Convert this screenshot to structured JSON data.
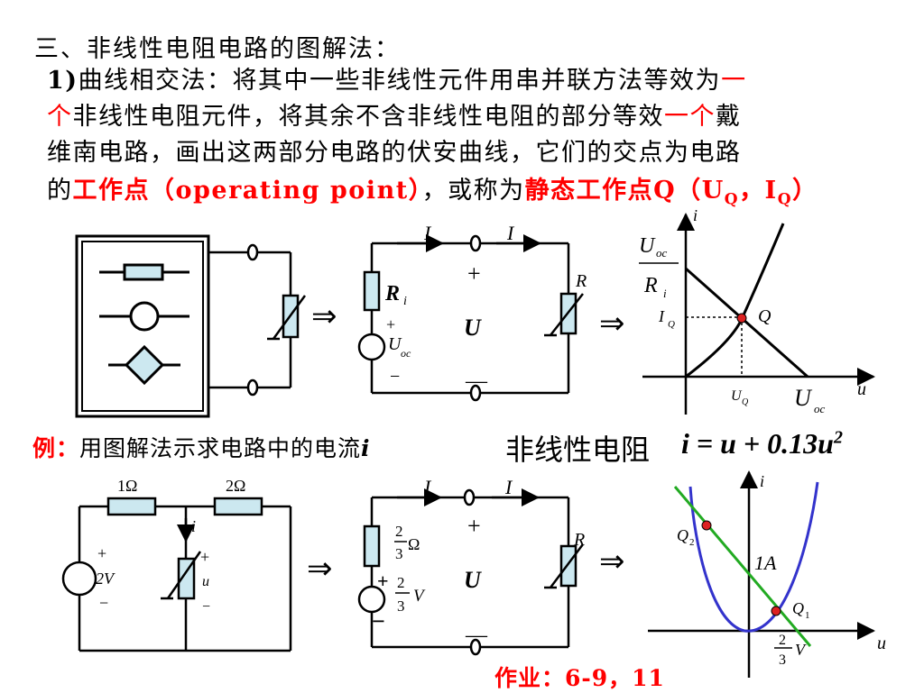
{
  "heading": "三、非线性电阻电路的图解法：",
  "method": {
    "line1_a": "1)",
    "line1_b": "曲线相交法：将其中一些非线性元件用串并联方法等效为",
    "line1_c": "一",
    "line2_a": "个",
    "line2_b": "非线性电阻元件，将其余不含非线性电阻的部分等效",
    "line2_c": "一个",
    "line2_d": "戴",
    "line3": "维南电路，画出这两部分电路的伏安曲线，它们的交点为电路",
    "line4_a": "的",
    "line4_b": "工作点（operating point）",
    "line4_c": "，或称为",
    "line4_d": "静态工作点",
    "line4_e": "Q（U",
    "line4_f": "Q",
    "line4_g": "，I",
    "line4_h": "Q",
    "line4_i": "）"
  },
  "diagram1": {
    "arrow": "⇒",
    "current1": "I",
    "current2": "I",
    "plus": "+",
    "minus": "—",
    "U": "U",
    "R_label": "R",
    "Ri_R": "R",
    "Ri_sub": "i",
    "Uoc_plus": "+",
    "Uoc_U": "U",
    "Uoc_sub": "oc",
    "Uoc_minus": "−",
    "graph": {
      "i_axis": "i",
      "u_axis": "u",
      "frac_num_U": "U",
      "frac_num_sub": "oc",
      "frac_den_R": "R",
      "frac_den_sub": "i",
      "IQ_I": "I",
      "IQ_sub": "Q",
      "Q": "Q",
      "UQ_U": "U",
      "UQ_sub": "Q",
      "Uoc_U": "U",
      "Uoc_sub": "oc"
    }
  },
  "example": {
    "label": "例：",
    "text": "用图解法示求电路中的电流",
    "var": "i",
    "nonlinear": "非线性电阻",
    "formula": "i = u + 0.13u",
    "exponent": "2"
  },
  "diagram2": {
    "r1": "1Ω",
    "r2": "2Ω",
    "i_label": "i",
    "src_plus": "+",
    "src_value": "2V",
    "src_minus": "−",
    "u_plus": "+",
    "u_label": "u",
    "u_minus": "−",
    "current1": "I",
    "current2": "I",
    "plus": "+",
    "minus": "—",
    "U": "U",
    "R_label": "R",
    "res_num": "2",
    "res_den": "3",
    "res_unit": "Ω",
    "vs_plus": "+",
    "vs_num": "2",
    "vs_den": "3",
    "vs_unit": "V",
    "vs_minus": "−",
    "arrow": "⇒",
    "graph": {
      "i_axis": "i",
      "u_axis": "u",
      "Q2": "Q",
      "Q2_sub": "2",
      "Q1": "Q",
      "Q1_sub": "1",
      "oneA": "1A",
      "v_num": "2",
      "v_den": "3",
      "v_unit": "V"
    }
  },
  "homework": "作业：6-9，11",
  "colors": {
    "text": "#000000",
    "highlight": "#ff0000",
    "component_fill": "#cce8f0",
    "curve_blue": "#3333cc",
    "line_green": "#22aa22",
    "point_red": "#dd2222"
  }
}
